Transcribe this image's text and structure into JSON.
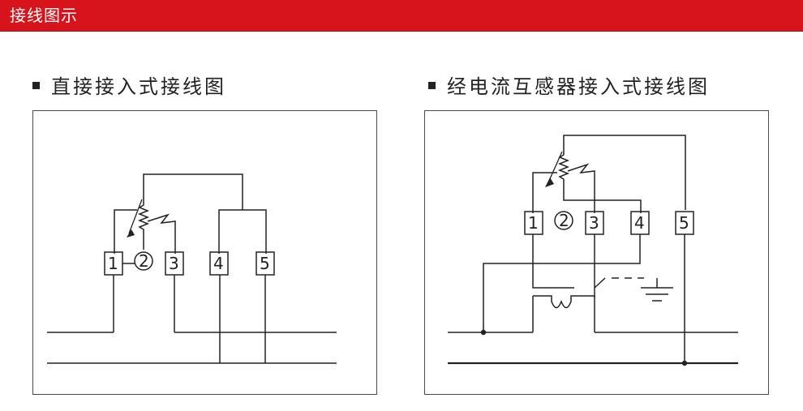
{
  "header": {
    "title": "接线图示",
    "color": "#d7141c"
  },
  "left_diagram": {
    "title": "直接接入式接线图",
    "terminals": [
      "1",
      "2",
      "3",
      "4",
      "5"
    ]
  },
  "right_diagram": {
    "title": "经电流互感器接入式接线图",
    "terminals": [
      "1",
      "2",
      "3",
      "4",
      "5"
    ]
  }
}
